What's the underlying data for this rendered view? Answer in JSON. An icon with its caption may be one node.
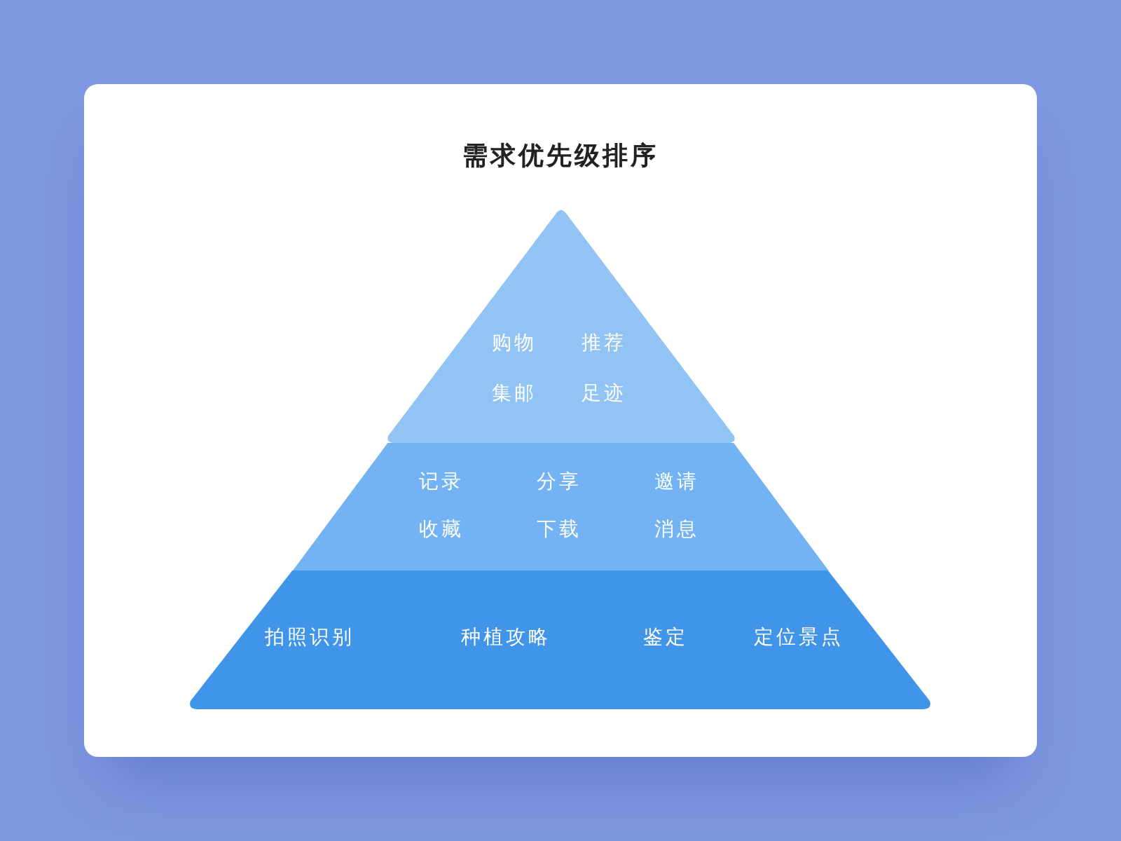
{
  "diagram": {
    "title": "需求优先级排序",
    "nodes": [
      {
        "text": [
          "购物",
          "推荐",
          "集邮",
          "足迹"
        ]
      },
      {
        "text": [
          "记录",
          "分享",
          "邀请",
          "收藏",
          "下载",
          "消息"
        ]
      },
      {
        "text": [
          "拍照识别",
          "种植攻略",
          "鉴定",
          "定位景点"
        ]
      }
    ],
    "edges": []
  }
}
